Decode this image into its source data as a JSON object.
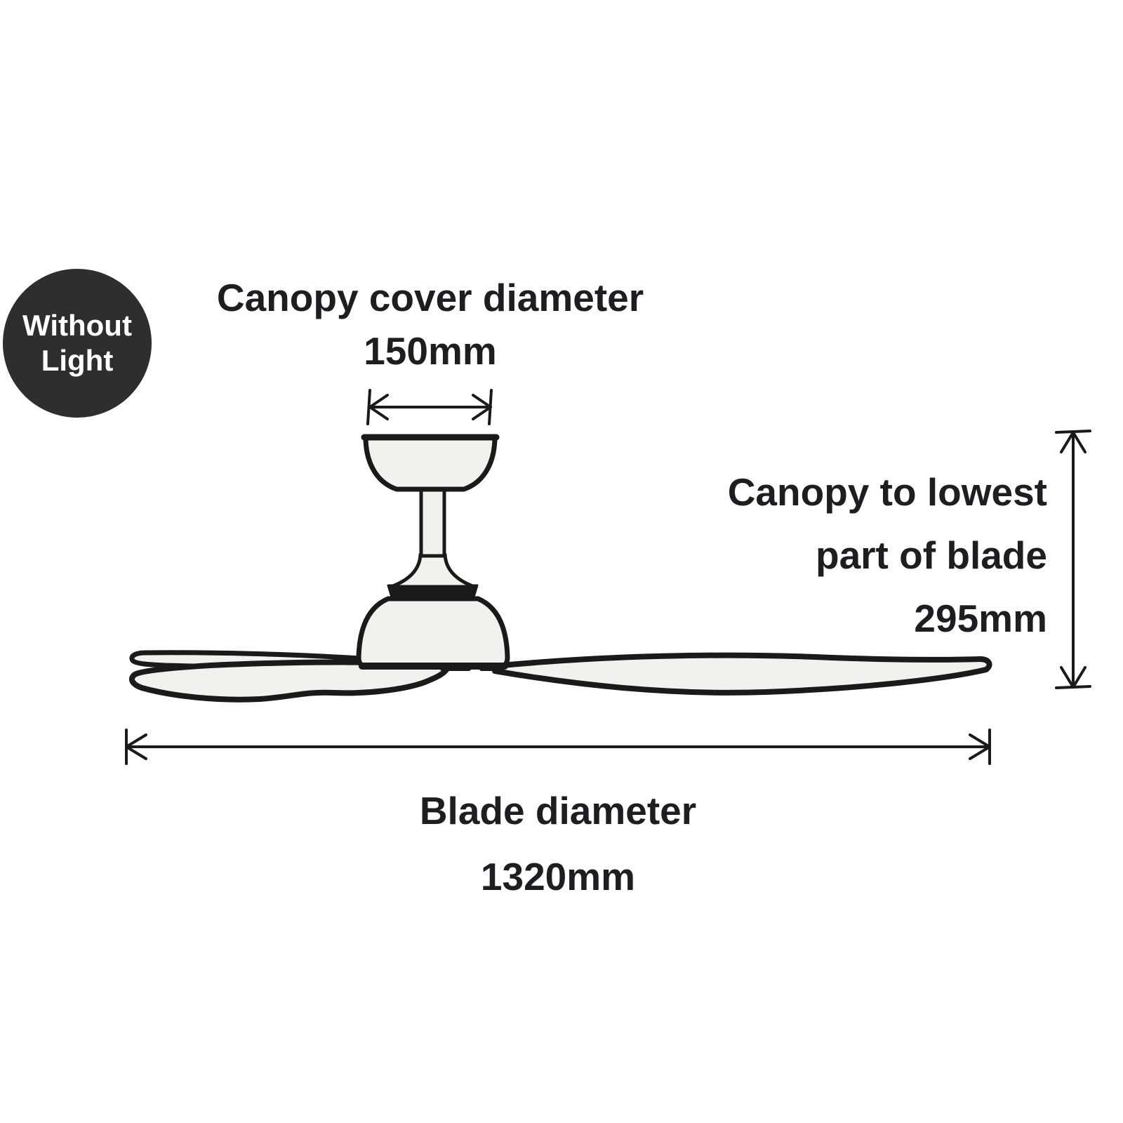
{
  "badge": {
    "line1": "Without",
    "line2": "Light",
    "bg_color": "#2e2e2e",
    "text_color": "#ffffff"
  },
  "labels": {
    "canopy_cover": {
      "line1": "Canopy cover diameter",
      "line2": "150mm"
    },
    "canopy_to_blade": {
      "line1": "Canopy to lowest",
      "line2": "part of blade",
      "line3": "295mm"
    },
    "blade_diameter": {
      "line1": "Blade diameter",
      "line2": "1320mm"
    }
  },
  "dimensions": {
    "canopy_cover_diameter": "150mm",
    "canopy_to_lowest_part_of_blade": "295mm",
    "blade_diameter": "1320mm"
  },
  "diagram": {
    "subject": "ceiling fan without light - dimension drawing",
    "line_color": "#1a1a1a",
    "fill_color": "#f2f1ed",
    "text_color": "#1d1d22",
    "background_color": "#ffffff"
  }
}
